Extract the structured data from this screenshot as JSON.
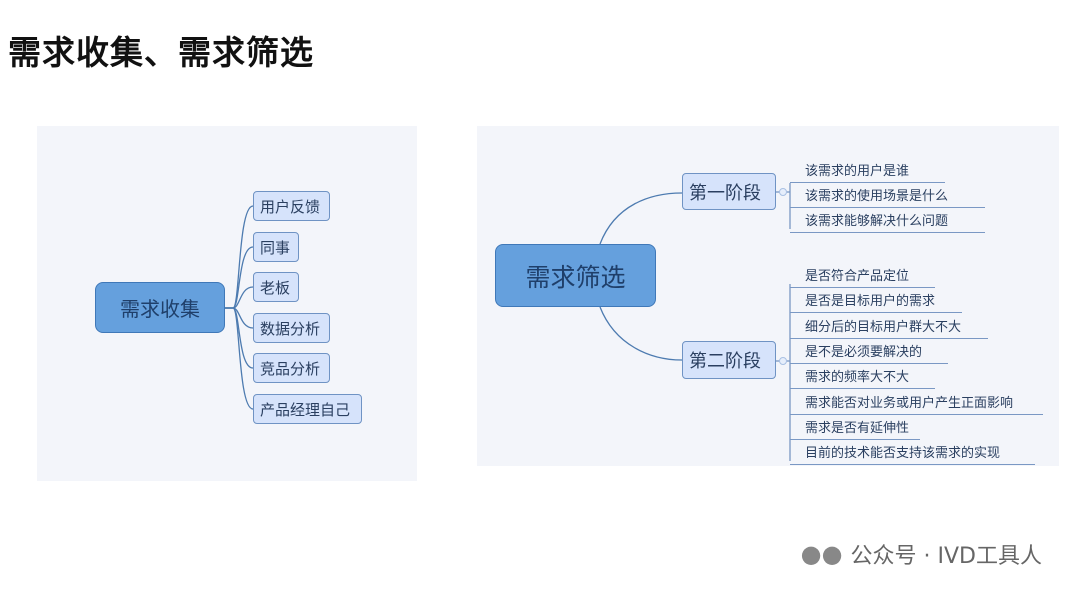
{
  "title": "需求收集、需求筛选",
  "collect": {
    "root": "需求收集",
    "children": [
      "用户反馈",
      "同事",
      "老板",
      "数据分析",
      "竞品分析",
      "产品经理自己"
    ]
  },
  "filter": {
    "root": "需求筛选",
    "stage1": {
      "label": "第一阶段",
      "items": [
        "该需求的用户是谁",
        "该需求的使用场景是什么",
        "该需求能够解决什么问题"
      ]
    },
    "stage2": {
      "label": "第二阶段",
      "items": [
        "是否符合产品定位",
        "是否是目标用户的需求",
        "细分后的目标用户群大不大",
        "是不是必须要解决的",
        "需求的频率大不大",
        "需求能否对业务或用户产生正面影响",
        "需求是否有延伸性",
        "目前的技术能否支持该需求的实现"
      ]
    }
  },
  "watermark": "公众号 · IVD工具人",
  "colors": {
    "root": "#65a0dd",
    "node": "#d6e3fb",
    "panel": "#f3f5fa"
  }
}
